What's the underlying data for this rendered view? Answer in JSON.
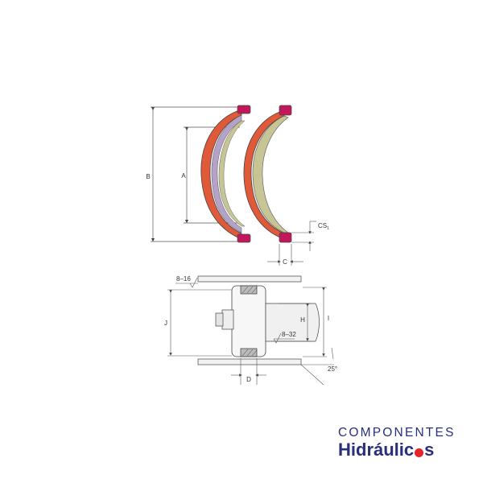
{
  "diagram": {
    "labels": {
      "A": "A",
      "B": "B",
      "C": "C",
      "CS": "CS",
      "CS_sub": "1",
      "D": "D",
      "H": "H",
      "I": "I",
      "J": "J",
      "finish_top": "8–16",
      "finish_side": "8–32",
      "angle": "25°"
    },
    "colors": {
      "seal_outer": "#e05a3a",
      "seal_inner_band": "#a8b5c8",
      "seal_face": "#c7c596",
      "seal_lip": "#c2185b",
      "line": "#444444",
      "housing_fill": "#f2f2f2"
    }
  },
  "logo": {
    "word1": "COMPONENTES",
    "word2_part1": "Hidráulic",
    "word2_part2": "s",
    "text_color": "#2a2f7a",
    "dot_color": "#e5252a"
  }
}
